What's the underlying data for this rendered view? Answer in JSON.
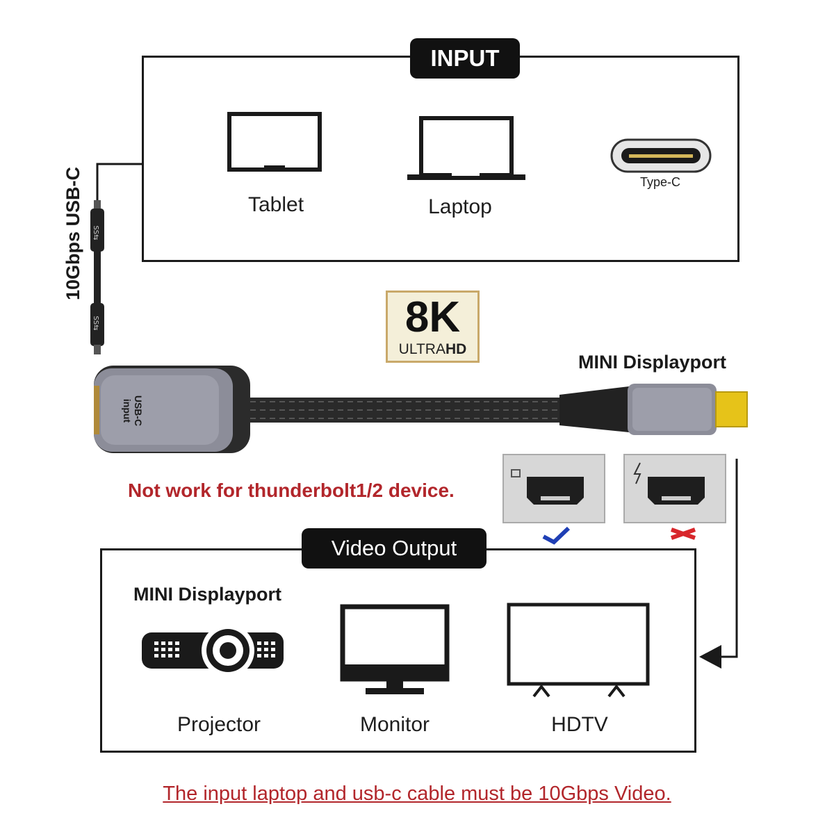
{
  "input_box": {
    "title": "INPUT"
  },
  "input_devices": {
    "tablet": "Tablet",
    "laptop": "Laptop",
    "typec": "Type-C"
  },
  "cable_side_label": "10Gbps USB-C",
  "badge": {
    "main": "8K",
    "sub_light": "ULTRA",
    "sub_bold": "HD"
  },
  "adapter": {
    "input_label_line1": "USB-C",
    "input_label_line2": "input",
    "output_label": "MINI Displayport"
  },
  "warning_text": "Not work for thunderbolt1/2 device.",
  "output_box": {
    "title": "Video Output",
    "heading": "MINI Displayport",
    "devices": {
      "projector": "Projector",
      "monitor": "Monitor",
      "hdtv": "HDTV"
    }
  },
  "footer_note": "The input laptop and usb-c cable must be 10Gbps Video.",
  "colors": {
    "warning": "#b2262b",
    "check": "#1f3fb5",
    "cross": "#d8262b",
    "badge_gold": "#c9a96a"
  }
}
